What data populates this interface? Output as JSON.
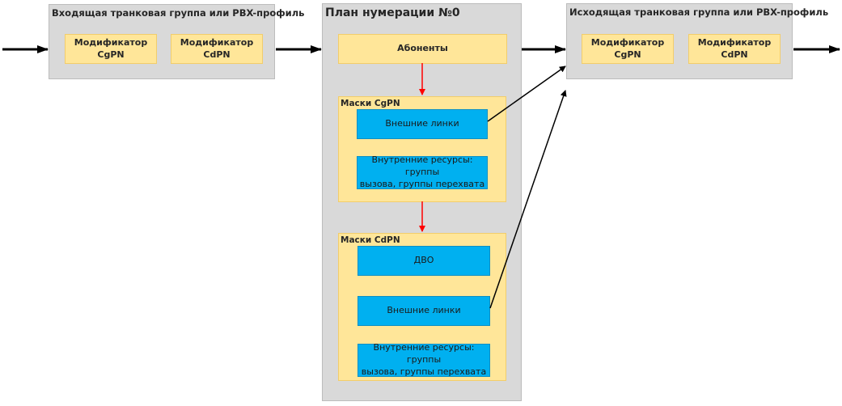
{
  "diagram": {
    "incoming": {
      "title": "Входящая транковая группа или PBX-профиль",
      "mod_cgpn": "Модификатор\nCgPN",
      "mod_cdpn": "Модификатор\nCdPN"
    },
    "plan": {
      "title": "План нумерации №0",
      "subscribers": "Абоненты",
      "cgpn_masks": {
        "title": "Маски CgPN",
        "external_links": "Внешние линки",
        "internal_resources": "Внутренние ресурсы: группы\nвызова, группы перехвата"
      },
      "cdpn_masks": {
        "title": "Маски CdPN",
        "dvo": "ДВО",
        "external_links": "Внешние линки",
        "internal_resources": "Внутренние ресурсы: группы\nвызова, группы перехвата"
      }
    },
    "outgoing": {
      "title": "Исходящая транковая группа или PBX-профиль",
      "mod_cgpn": "Модификатор\nCgPN",
      "mod_cdpn": "Модификатор\nCdPN"
    },
    "colors": {
      "panel": "#d9d9d9",
      "yellow": "#ffe699",
      "blue": "#00b0f0",
      "arrow_black": "#000000",
      "arrow_red": "#ff0000"
    }
  }
}
